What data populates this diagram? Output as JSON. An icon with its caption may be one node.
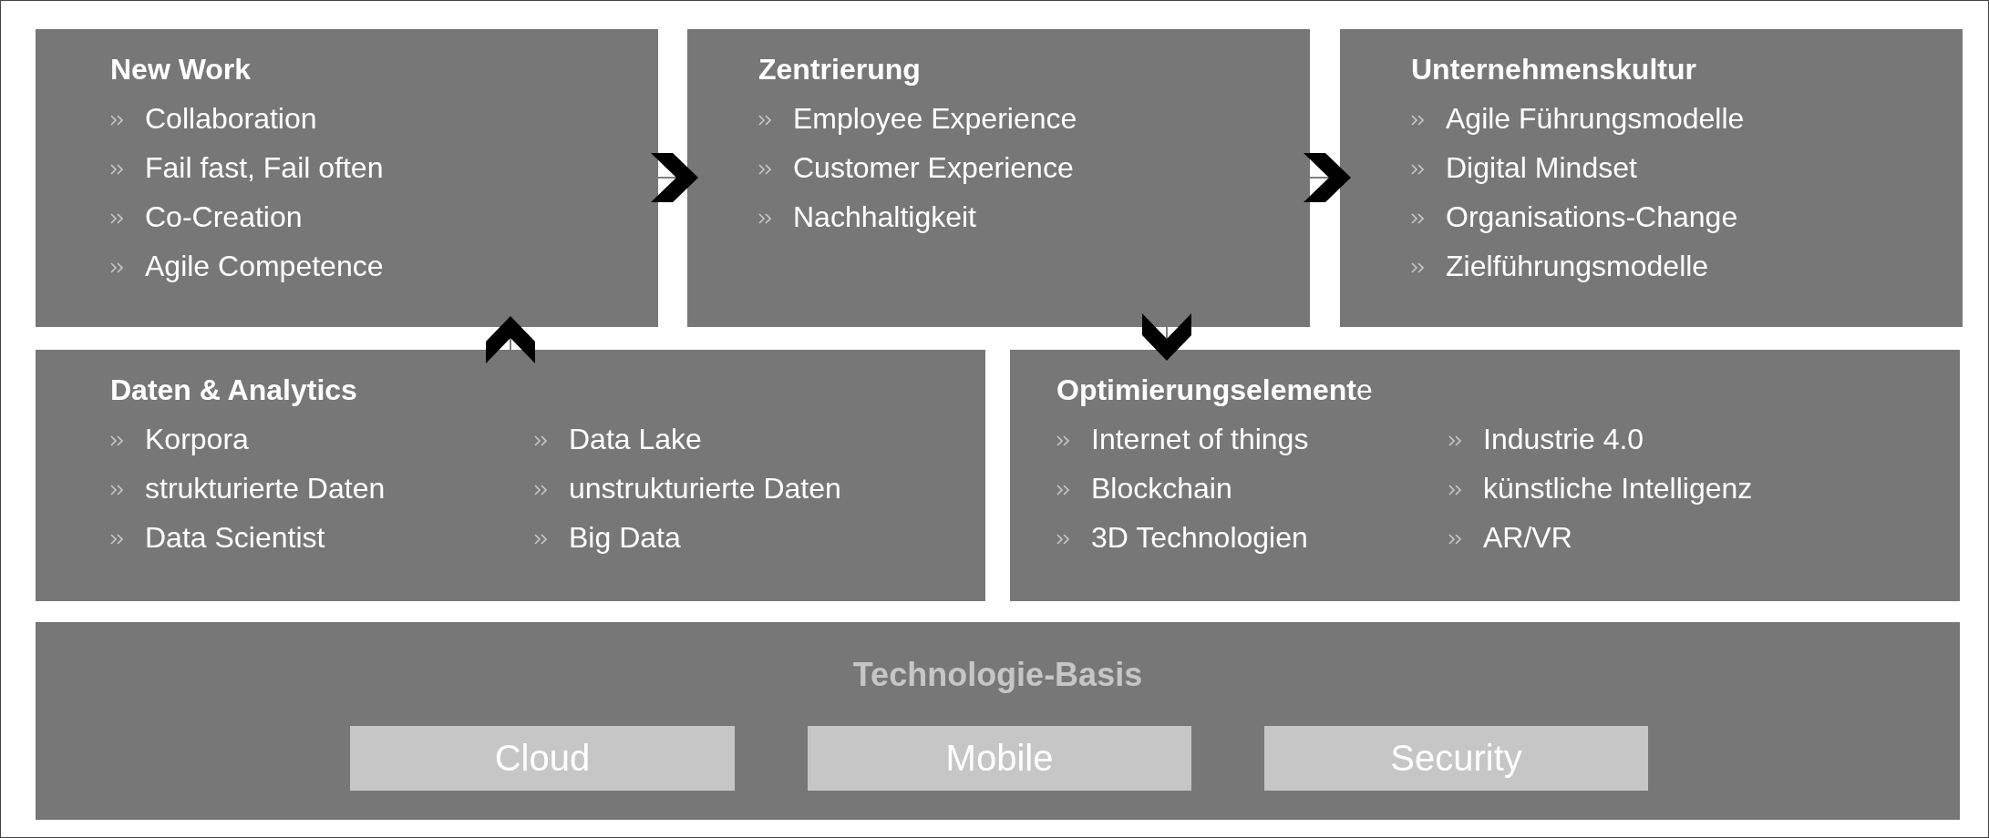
{
  "diagram": {
    "nodes": [
      {
        "text": [
          "New Work",
          "Collaboration",
          "Fail fast, Fail often",
          "Co-Creation",
          "Agile Competence"
        ]
      },
      {
        "text": [
          "Zentrierung",
          "Employee Experience",
          "Customer Experience",
          "Nachhaltigkeit"
        ]
      },
      {
        "text": [
          "Unternehmenskultur",
          "Agile Führungsmodelle",
          "Digital Mindset",
          "Organisations-Change",
          "Zielführungsmodelle"
        ]
      },
      {
        "text": [
          "Daten & Analytics",
          "Korpora",
          "Data Lake",
          "strukturierte Daten",
          "unstrukturierte Daten",
          "Data Scientist",
          "Big Data"
        ]
      },
      {
        "text": [
          "**Optimierungselement**e",
          "Internet of things",
          "Industrie 4.0",
          "Blockchain",
          "künstliche Intelligenz",
          "3D Technologien",
          "AR/VR"
        ]
      },
      {
        "text": [
          "Technologie-Basis"
        ]
      },
      {
        "text": [
          "Cloud"
        ],
        "in": 5
      },
      {
        "text": [
          "Mobile"
        ],
        "in": 5
      },
      {
        "text": [
          "Security"
        ],
        "in": 5
      }
    ],
    "edges": [
      {
        "from": 0,
        "to": 1,
        "arrow": "to"
      },
      {
        "from": 1,
        "to": 2,
        "arrow": "to"
      },
      {
        "from": 3,
        "to": 0,
        "arrow": "to"
      },
      {
        "from": 1,
        "to": 4,
        "arrow": "to"
      }
    ]
  }
}
